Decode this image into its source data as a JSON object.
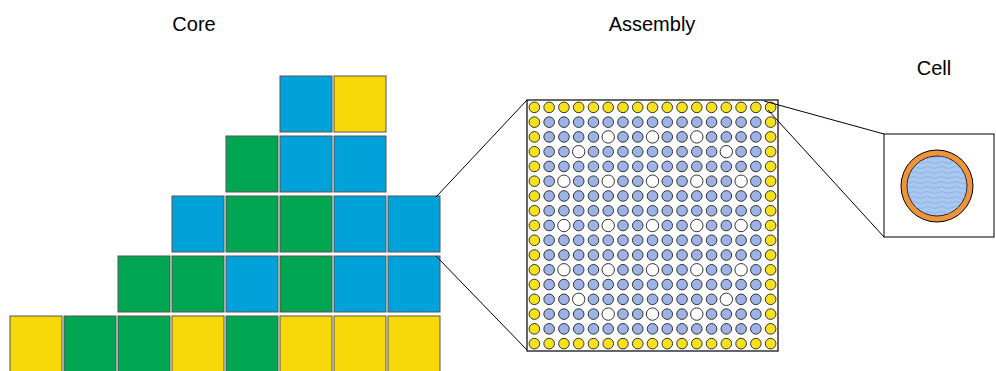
{
  "diagram": {
    "labels": [
      "Core",
      "Assembly",
      "Cell"
    ]
  }
}
